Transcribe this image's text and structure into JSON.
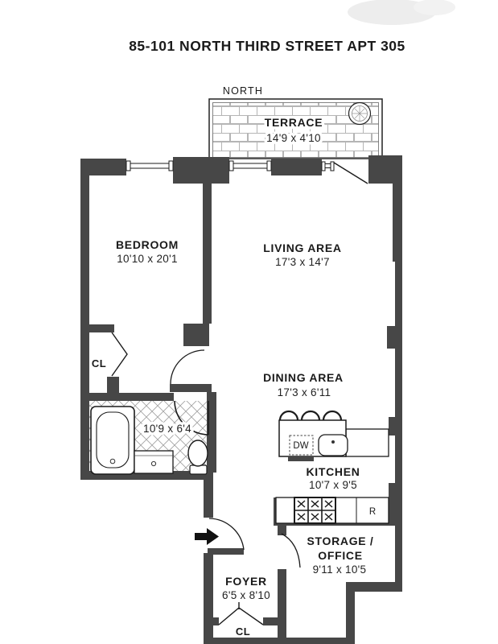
{
  "title": "85-101 NORTH THIRD STREET APT 305",
  "compass": "NORTH",
  "rooms": {
    "terrace": {
      "name": "TERRACE",
      "dims": "14'9 x 4'10"
    },
    "bedroom": {
      "name": "BEDROOM",
      "dims": "10'10 x 20'1"
    },
    "living": {
      "name": "LIVING AREA",
      "dims": "17'3 x 14'7"
    },
    "dining": {
      "name": "DINING AREA",
      "dims": "17'3 x 6'11"
    },
    "bathroom": {
      "dims": "10'9 x 6'4"
    },
    "kitchen": {
      "name": "KITCHEN",
      "dims": "10'7 x 9'5"
    },
    "storage": {
      "name_line1": "STORAGE /",
      "name_line2": "OFFICE",
      "dims": "9'11 x 10'5"
    },
    "foyer": {
      "name": "FOYER",
      "dims": "6'5 x 8'10"
    },
    "closet_bedroom": {
      "label": "CL"
    },
    "closet_foyer": {
      "label": "CL"
    }
  },
  "appliances": {
    "dishwasher": "DW",
    "refrigerator": "R"
  },
  "colors": {
    "wall": "#474747",
    "line": "#1b1b1b",
    "text": "#1a1a1a",
    "brick_line": "#b5b5b5",
    "tile_line": "#a3a3a3"
  }
}
